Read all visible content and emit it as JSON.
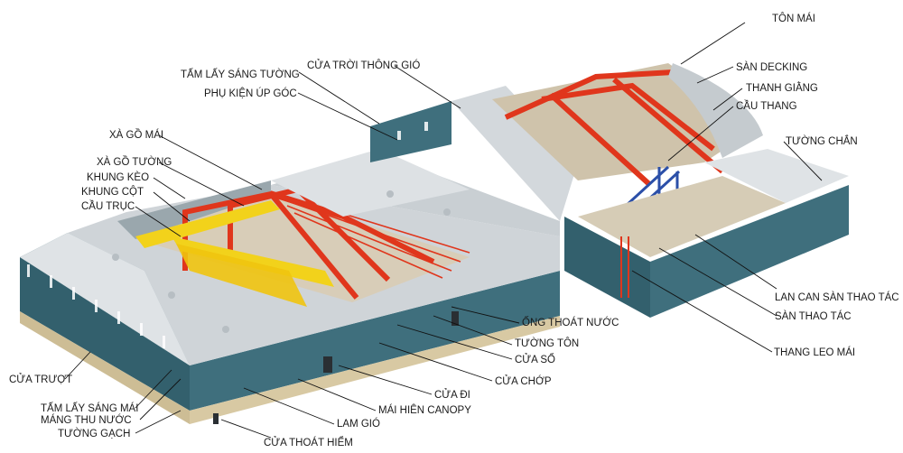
{
  "labels": {
    "ton_mai": "TÔN MÁI",
    "san_decking": "SÀN DECKING",
    "thanh_giang": "THANH GIẰNG",
    "cau_thang": "CẦU THANG",
    "tuong_chan": "TƯỜNG CHẮN",
    "cua_troi_thong_gio": "CỬA TRỜI THÔNG GIÓ",
    "tam_lay_sang_tuong": "TẤM LẤY SÁNG TƯỜNG",
    "phu_kien_up_goc": "PHỤ KIỆN ÚP GÓC",
    "xa_go_mai": "XÀ GỒ MÁI",
    "xa_go_tuong": "XÀ GỒ TƯỜNG",
    "khung_keo": "KHUNG KÈO",
    "khung_cot": "KHUNG CỘT",
    "cau_truc": "CẦU TRỤC",
    "lan_can_san_thao_tac": "LAN CAN SÀN THAO TÁC",
    "san_thao_tac": "SÀN THAO TÁC",
    "thang_leo_mai": "THANG LEO MÁI",
    "ong_thoat_nuoc": "ỐNG THOÁT NƯỚC",
    "tuong_ton": "TƯỜNG TÔN",
    "cua_so": "CỬA SỔ",
    "cua_chop": "CỬA CHỚP",
    "cua_di": "CỬA ĐI",
    "mai_hien_canopy": "MÁI HIÊN CANOPY",
    "lam_gio": "LAM GIÓ",
    "cua_thoat_hiem": "CỬA THOÁT HIỂM",
    "cua_truot": "CỬA TRƯỢT",
    "tam_lay_sang_mai": "TẤM LẤY SÁNG MÁI",
    "mang_thu_nuoc": "MÁNG THU NƯỚC",
    "tuong_gach": "TƯỜNG GẠCH"
  },
  "colors": {
    "wall": "#3f6f7d",
    "wall_dark": "#2f5763",
    "roof": "#d9dde0",
    "frame": "#e0361c",
    "crane": "#f2d21b",
    "stair": "#2b4fa8",
    "brick": "#d8c9a3"
  }
}
